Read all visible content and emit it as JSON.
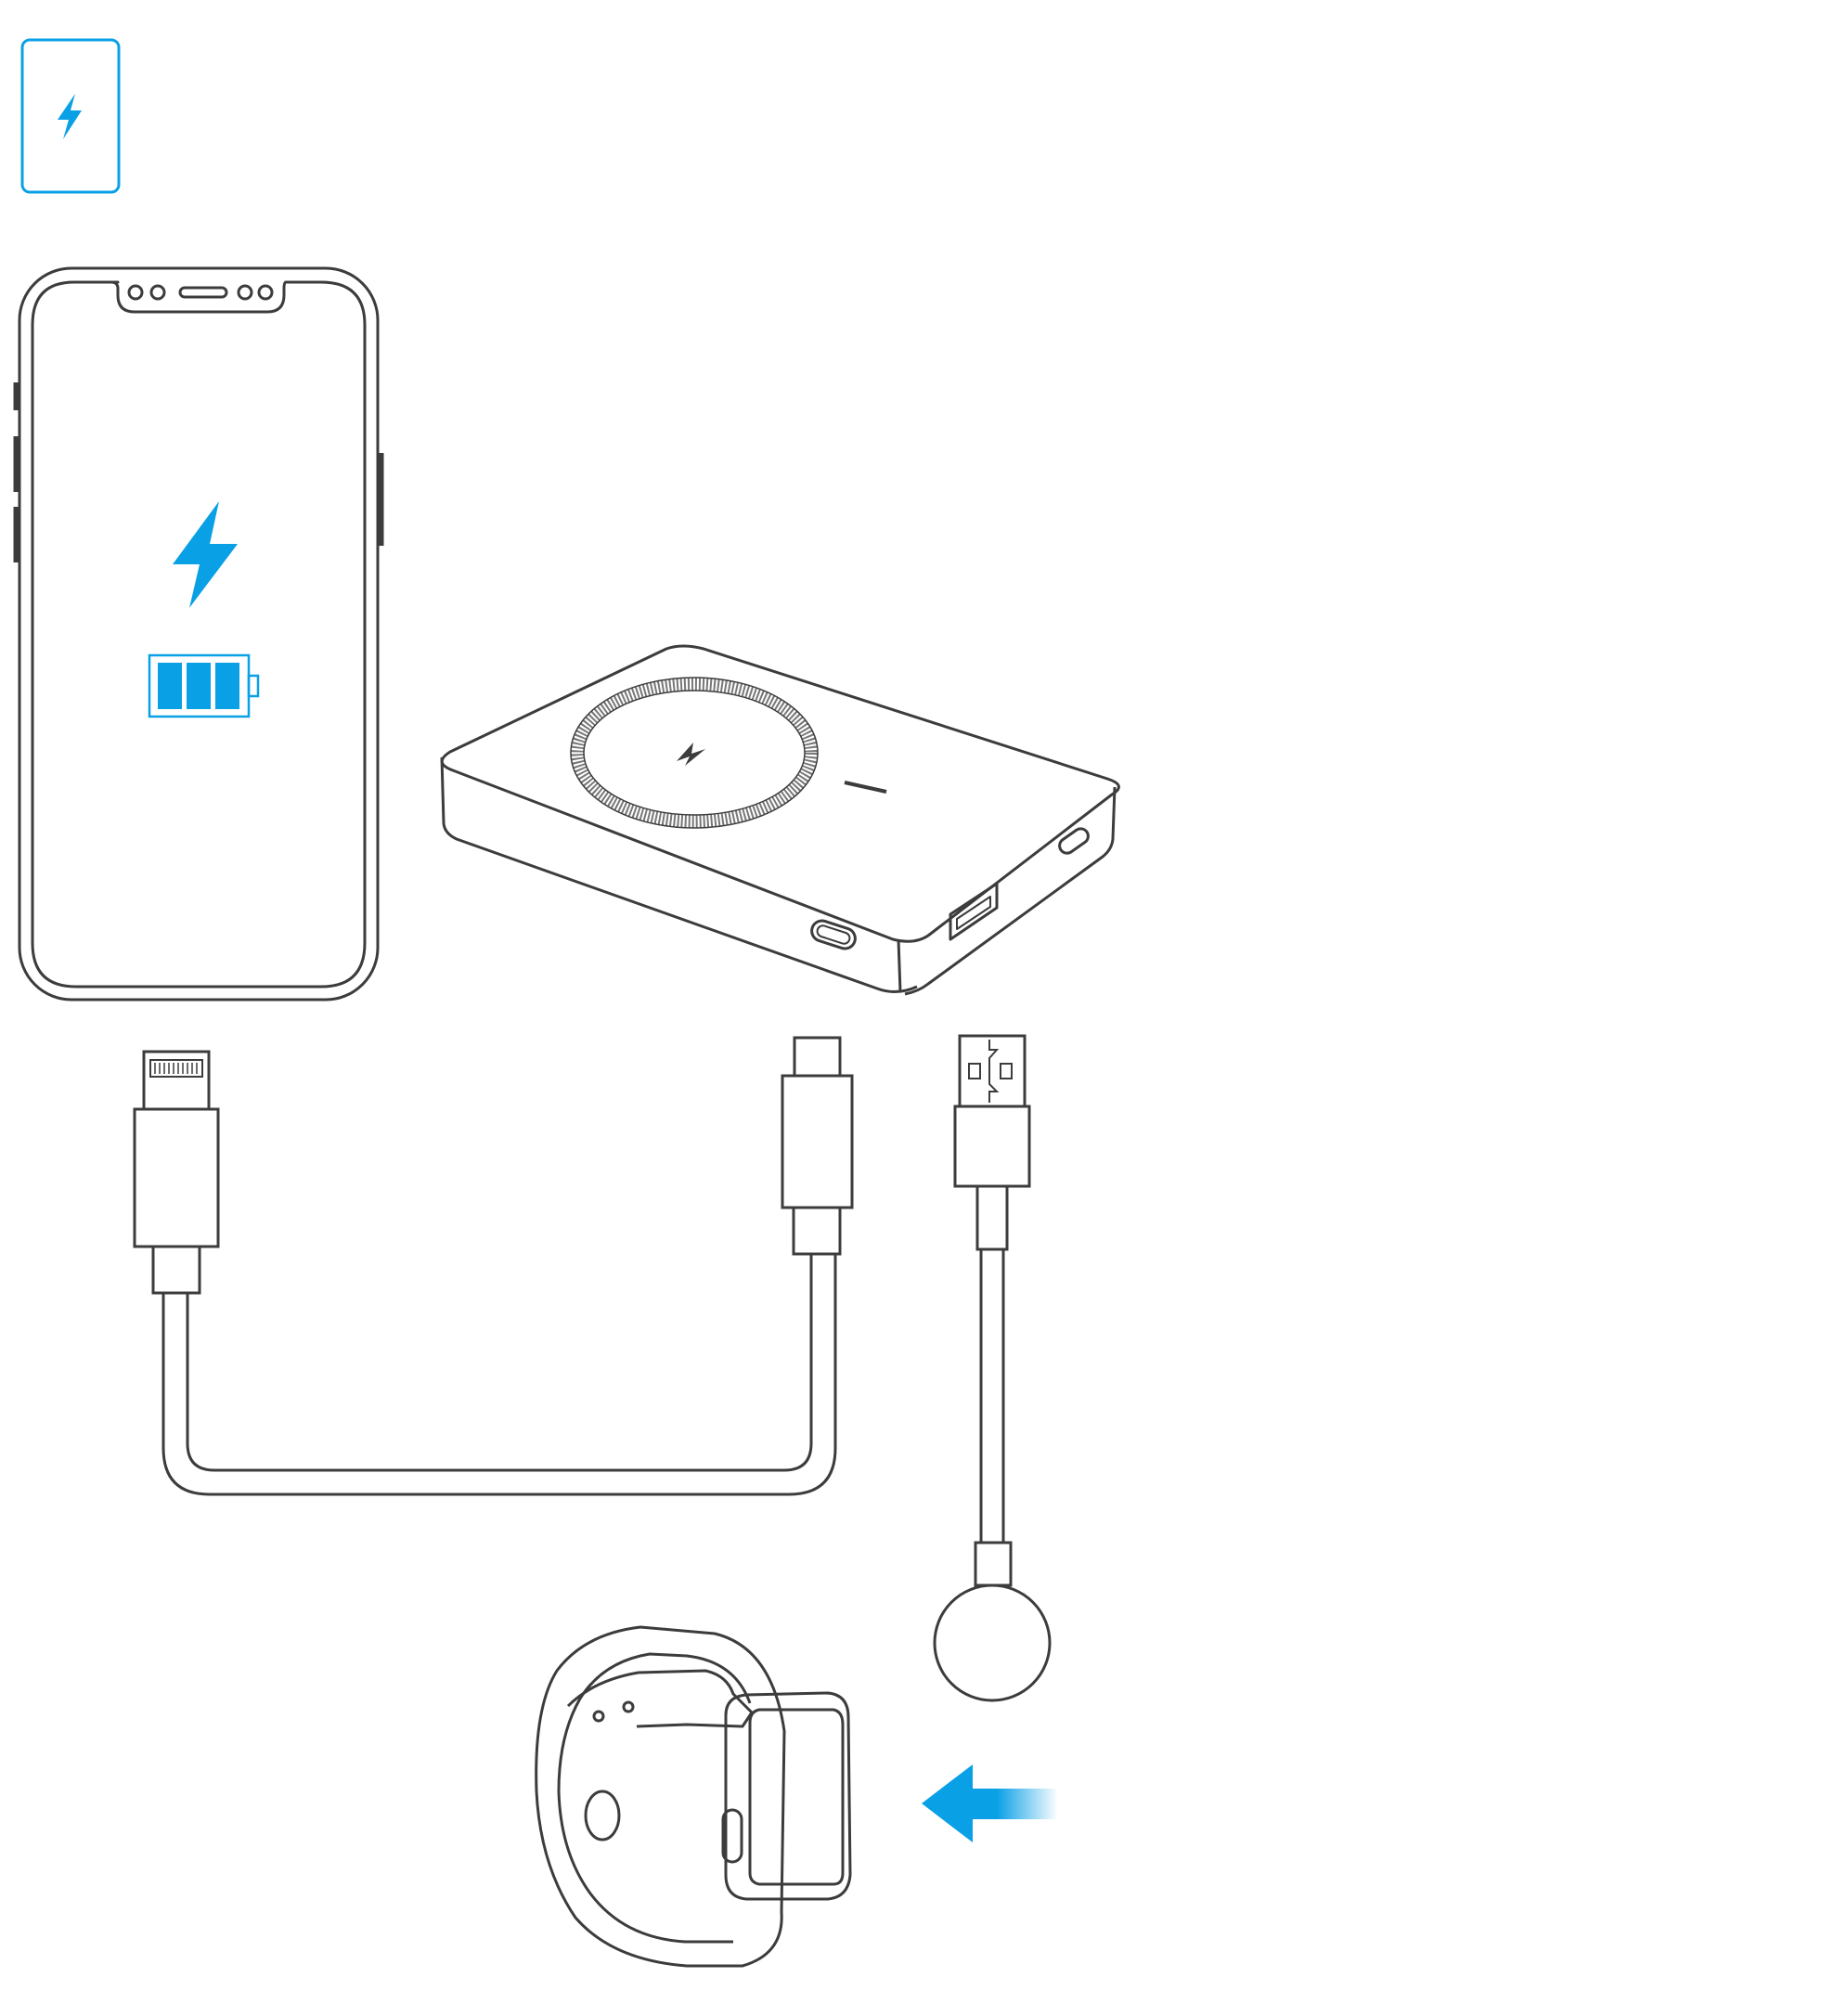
{
  "colors": {
    "accent": "#0aa0e6",
    "line": "#3c3c3c",
    "background": "#ffffff"
  },
  "icons": [
    "charging-mode-icon",
    "lightning-bolt-icon",
    "battery-full-icon",
    "arrow-left-icon"
  ],
  "diagram": {
    "devices": [
      "smartphone",
      "power-bank",
      "smartwatch"
    ],
    "cables": [
      "lightning-to-usb-c-cable",
      "usb-a-watch-charger-cable"
    ],
    "battery_level": {
      "filled_bars": 3,
      "total_bars": 3
    }
  }
}
